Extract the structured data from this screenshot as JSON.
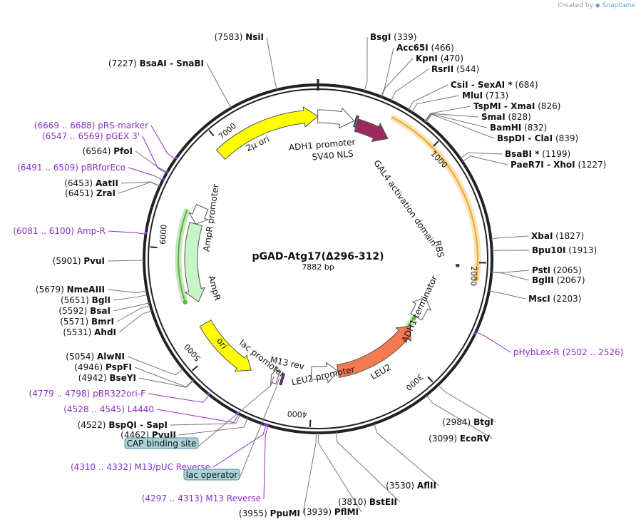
{
  "credit": {
    "prefix": "Created by",
    "brand": "SnapGene"
  },
  "plasmid": {
    "name": "pGAD-Atg17(Δ296-312)",
    "size_label": "7882 bp",
    "length": 7882
  },
  "ticks": [
    {
      "pos": 1000,
      "label": "1000"
    },
    {
      "pos": 2000,
      "label": "2000"
    },
    {
      "pos": 3000,
      "label": "3000"
    },
    {
      "pos": 4000,
      "label": "4000"
    },
    {
      "pos": 5000,
      "label": "5000"
    },
    {
      "pos": 6000,
      "label": "6000"
    },
    {
      "pos": 7000,
      "label": "7000"
    }
  ],
  "sites": [
    {
      "id": "nsii",
      "pos": 7583,
      "name": "NsiI",
      "coord": "(7583)",
      "side": "left"
    },
    {
      "id": "bsaai",
      "pos": 7227,
      "name": "BsaAI  -  SnaBI",
      "coord": "(7227)",
      "side": "left"
    },
    {
      "id": "pfoi",
      "pos": 6564,
      "name": "PfoI",
      "coord": "(6564)",
      "side": "left"
    },
    {
      "id": "aatii",
      "pos": 6453,
      "name": "AatII",
      "coord": "(6453)",
      "side": "left"
    },
    {
      "id": "zrai",
      "pos": 6451,
      "name": "ZraI",
      "coord": "(6451)",
      "side": "left"
    },
    {
      "id": "pvui",
      "pos": 5901,
      "name": "PvuI",
      "coord": "(5901)",
      "side": "left"
    },
    {
      "id": "nmeaiii",
      "pos": 5679,
      "name": "NmeAIII",
      "coord": "(5679)",
      "side": "left"
    },
    {
      "id": "bgli",
      "pos": 5651,
      "name": "BglI",
      "coord": "(5651)",
      "side": "left"
    },
    {
      "id": "bsai",
      "pos": 5592,
      "name": "BsaI",
      "coord": "(5592)",
      "side": "left"
    },
    {
      "id": "bmri",
      "pos": 5571,
      "name": "BmrI",
      "coord": "(5571)",
      "side": "left"
    },
    {
      "id": "ahdi",
      "pos": 5531,
      "name": "AhdI",
      "coord": "(5531)",
      "side": "left"
    },
    {
      "id": "alwni",
      "pos": 5054,
      "name": "AlwNI",
      "coord": "(5054)",
      "side": "left"
    },
    {
      "id": "pspfi",
      "pos": 4946,
      "name": "PspFI",
      "coord": "(4946)",
      "side": "left"
    },
    {
      "id": "bseyi",
      "pos": 4942,
      "name": "BseYI",
      "coord": "(4942)",
      "side": "left"
    },
    {
      "id": "bspqi",
      "pos": 4522,
      "name": "BspQI  -  SapI",
      "coord": "(4522)",
      "side": "left"
    },
    {
      "id": "pvuii",
      "pos": 4462,
      "name": "PvuII",
      "coord": "(4462)",
      "side": "left"
    },
    {
      "id": "ppumi",
      "pos": 3955,
      "name": "PpuMI",
      "coord": "(3955)",
      "side": "left"
    },
    {
      "id": "pflmi",
      "pos": 3939,
      "name": "PflMI",
      "coord": "(3939)",
      "side": "left"
    },
    {
      "id": "bsteii",
      "pos": 3810,
      "name": "BstEII",
      "coord": "(3810)",
      "side": "left"
    },
    {
      "id": "aflii",
      "pos": 3530,
      "name": "AflII",
      "coord": "(3530)",
      "side": "left"
    },
    {
      "id": "ecorv",
      "pos": 3099,
      "name": "EcoRV",
      "coord": "(3099)",
      "side": "left"
    },
    {
      "id": "btgi",
      "pos": 2984,
      "name": "BtgI",
      "coord": "(2984)",
      "side": "left"
    },
    {
      "id": "msci",
      "pos": 2203,
      "name": "MscI",
      "coord": "(2203)",
      "side": "left"
    },
    {
      "id": "bglii",
      "pos": 2067,
      "name": "BglII",
      "coord": "(2067)",
      "side": "left"
    },
    {
      "id": "psti",
      "pos": 2065,
      "name": "PstI",
      "coord": "(2065)",
      "side": "left"
    },
    {
      "id": "bpu10i",
      "pos": 1913,
      "name": "Bpu10I",
      "coord": "(1913)",
      "side": "left"
    },
    {
      "id": "xbai",
      "pos": 1827,
      "name": "XbaI",
      "coord": "(1827)",
      "side": "left"
    },
    {
      "id": "paer7i",
      "pos": 1227,
      "name": "PaeR7I  -  XhoI",
      "coord": "(1227)",
      "side": "left"
    },
    {
      "id": "bsabi",
      "pos": 1199,
      "name": "BsaBI *",
      "coord": "(1199)",
      "side": "left"
    },
    {
      "id": "bspdi",
      "pos": 839,
      "name": "BspDI  -  ClaI",
      "coord": "(839)",
      "side": "left"
    },
    {
      "id": "bamhi",
      "pos": 832,
      "name": "BamHI",
      "coord": "(832)",
      "side": "left"
    },
    {
      "id": "smai",
      "pos": 828,
      "name": "SmaI",
      "coord": "(828)",
      "side": "left"
    },
    {
      "id": "tspmi",
      "pos": 826,
      "name": "TspMI  -  XmaI",
      "coord": "(826)",
      "side": "left"
    },
    {
      "id": "mlui",
      "pos": 713,
      "name": "MluI",
      "coord": "(713)",
      "side": "left"
    },
    {
      "id": "csii",
      "pos": 684,
      "name": "CsiI  -  SexAI *",
      "coord": "(684)",
      "side": "left"
    },
    {
      "id": "rsrii",
      "pos": 544,
      "name": "RsrII",
      "coord": "(544)",
      "side": "left"
    },
    {
      "id": "kpni",
      "pos": 470,
      "name": "KpnI",
      "coord": "(470)",
      "side": "left"
    },
    {
      "id": "acc65i",
      "pos": 466,
      "name": "Acc65I",
      "coord": "(466)",
      "side": "left"
    },
    {
      "id": "bsgi",
      "pos": 339,
      "name": "BsgI",
      "coord": "(339)",
      "side": "left"
    }
  ],
  "primers": [
    {
      "id": "prs",
      "pos": 6678,
      "name": "pRS-marker",
      "coord": "(6669 .. 6688)"
    },
    {
      "id": "pgex",
      "pos": 6558,
      "name": "pGEX 3'",
      "coord": "(6547 .. 6569)"
    },
    {
      "id": "pbrfor",
      "pos": 6500,
      "name": "pBRforEco",
      "coord": "(6491 .. 6509)"
    },
    {
      "id": "ampr",
      "pos": 6090,
      "name": "Amp-R",
      "coord": "(6081 .. 6100)"
    },
    {
      "id": "pbr322",
      "pos": 4788,
      "name": "pBR322ori-F",
      "coord": "(4779 .. 4798)"
    },
    {
      "id": "l4440",
      "pos": 4536,
      "name": "L4440",
      "coord": "(4528 .. 4545)"
    },
    {
      "id": "m13puc",
      "pos": 4321,
      "name": "M13/pUC Reverse",
      "coord": "(4310 .. 4332)"
    },
    {
      "id": "m13rev",
      "pos": 4305,
      "name": "M13 Reverse",
      "coord": "(4297 .. 4313)"
    },
    {
      "id": "phyblex",
      "pos": 2514,
      "name": "pHybLex-R",
      "coord": "(2502 .. 2526)"
    }
  ],
  "boxes": [
    {
      "id": "cap",
      "pos": 4390,
      "name": "CAP binding site"
    },
    {
      "id": "lacop",
      "pos": 4335,
      "name": "lac operator"
    }
  ],
  "features": [
    {
      "id": "2u",
      "label": "2µ ori",
      "color": "#ffff00",
      "start": 6940,
      "end": 7880
    },
    {
      "id": "adh1p",
      "label": "ADH1 promoter",
      "color": "#ffffff",
      "start": 7880,
      "end": 320
    },
    {
      "id": "sv40",
      "label": "SV40 NLS",
      "color": "#6b6b6b",
      "start": 330,
      "end": 350
    },
    {
      "id": "gal4",
      "label": "GAL4 activation domain",
      "color": "#9c2a5c",
      "start": 350,
      "end": 660
    },
    {
      "id": "adh1t",
      "label": "ADH1 terminator",
      "color": "#ffffff",
      "start": 2640,
      "end": 2400
    },
    {
      "id": "rbs",
      "label": "RBS",
      "color": "#444444",
      "start": 2020,
      "end": 2040
    },
    {
      "id": "leu2",
      "label": "LEU2",
      "color": "#f47a50",
      "start": 3720,
      "end": 2760
    },
    {
      "id": "leu2p",
      "label": "LEU2 promoter",
      "color": "#ffffff",
      "start": 4015,
      "end": 3720
    },
    {
      "id": "m13r",
      "label": "M13 rev",
      "color": "#8c2aa0",
      "start": 4295,
      "end": 4315
    },
    {
      "id": "lacp",
      "label": "lac promoter",
      "color": "#ffffff",
      "start": 4350,
      "end": 4420
    },
    {
      "id": "ori",
      "label": "ori",
      "color": "#ffff00",
      "start": 5260,
      "end": 4620
    },
    {
      "id": "amprp",
      "label": "AmpR promoter",
      "color": "#ffffff",
      "start": 6440,
      "end": 6260
    },
    {
      "id": "ampr",
      "label": "AmpR",
      "color": "#c8f5c8",
      "start": 6260,
      "end": 5480
    }
  ],
  "orfs": [
    {
      "id": "orf-gal4",
      "color": "#f0a830",
      "start": 600,
      "end": 2130
    },
    {
      "id": "orf-leu2",
      "color": "#5ab43c",
      "start": 3510,
      "end": 2665
    },
    {
      "id": "orf-ampr",
      "color": "#5ab43c",
      "start": 6365,
      "end": 5515
    }
  ],
  "colors": {
    "backbone": "#222222",
    "site_line": "#777777",
    "primer": "#8b2fc9",
    "box_fill": "#a8d4d8",
    "box_stroke": "#5a8e96"
  }
}
